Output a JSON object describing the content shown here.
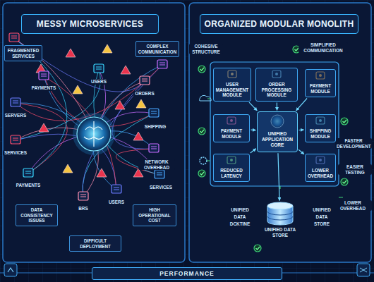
{
  "diagram": {
    "nodes": [
      {
        "text": [
          "MESSY MICROSERVICES"
        ]
      },
      {
        "text": [
          "FRAGMENTED SERVICES"
        ]
      },
      {
        "text": [
          "COMPLEX COMMUNICATION"
        ]
      },
      {
        "text": [
          "DATA CONSISTENCY ISSUES"
        ]
      },
      {
        "text": [
          "HIGH OPERATIONAL COST"
        ]
      },
      {
        "text": [
          "DIFFICULT DEPLOYMENT"
        ]
      },
      {
        "text": [
          "ORGANIZED MODULAR MONOLITH"
        ]
      },
      {
        "text": [
          "USER MANAGEMENT MODULE"
        ]
      },
      {
        "text": [
          "ORDER PROCESSING MODULE"
        ]
      },
      {
        "text": [
          "PAYMENT MODULE"
        ]
      },
      {
        "text": [
          "PAYMENT MODULE"
        ]
      },
      {
        "text": [
          "UNIFIED APPLICATION CORE"
        ]
      },
      {
        "text": [
          "SHIPPING MODULE"
        ]
      },
      {
        "text": [
          "REDUCED LATENCY"
        ]
      },
      {
        "text": [
          "LOWER OVERHEAD"
        ]
      },
      {
        "text": [
          "UNIFIED DATA STORE"
        ]
      },
      {
        "text": [
          "PERFORMANCE"
        ]
      }
    ],
    "edges": [
      {
        "from": 7,
        "to": 11,
        "arrow": "to"
      },
      {
        "from": 8,
        "to": 11,
        "arrow": "to"
      },
      {
        "from": 9,
        "to": 11,
        "arrow": "to"
      },
      {
        "from": 10,
        "to": 11,
        "arrow": "to"
      },
      {
        "from": 11,
        "to": 12,
        "arrow": "to"
      },
      {
        "from": 13,
        "to": 11,
        "arrow": "to"
      },
      {
        "from": 11,
        "to": 14,
        "arrow": "to"
      },
      {
        "from": 11,
        "to": 15,
        "arrow": "to"
      }
    ],
    "labels": [
      "PAYMENTS",
      "USERS",
      "ORDERS",
      "SERVERS",
      "SHIPPING",
      "SERVICES",
      "NETWORK OVERHEAD",
      "PAYMENTS",
      "BRS",
      "USERS",
      "SERVICES",
      "COHESIVE STRUCTURE",
      "SIMPLIFIED COMMUNICATION",
      "FASTER DEVELOPMENT",
      "EASIER TESTING",
      "LOWER OVERHEAD",
      "UNIFIED",
      "DATA",
      "DCKTINE",
      "UNIFIED",
      "DATA",
      "STORE"
    ]
  }
}
